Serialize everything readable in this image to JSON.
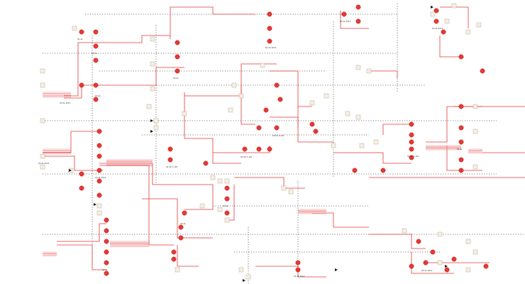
{
  "diagram": {
    "background": "#ffffff",
    "colors": {
      "wire": "#e23a3a",
      "node_circle": "#e53935",
      "node_square": "#f6efe4",
      "dotted": "#555555"
    },
    "labels": [
      "Q1-AL",
      "Q2-AL",
      "Q3-AL",
      "Q4-AL",
      "Q1-AL 2014",
      "Q2-AL 2014",
      "Q3-AL 2014",
      "Q4-AL 2014",
      "Q1-VP 1-122",
      "Q2-VP 1-122",
      "Q3-VP 1-122",
      "Q4-VP 1-122"
    ]
  }
}
